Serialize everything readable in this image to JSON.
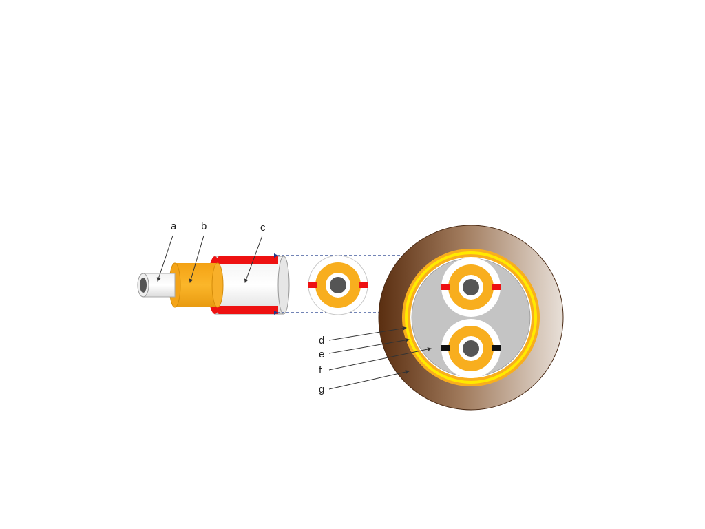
{
  "diagram": {
    "labels": {
      "a": "a",
      "b": "b",
      "c": "c",
      "d": "d",
      "e": "e",
      "f": "f",
      "g": "g"
    },
    "colors": {
      "core": "#555555",
      "insulation_white": "#eeeeee",
      "dielectric_orange": "#f8ae1e",
      "marker_red": "#ee1111",
      "marker_black": "#111111",
      "filler_gray": "#c4c4c4",
      "shield_yellow": "#ffea00",
      "jacket_dark_brown": "#5a2e10",
      "jacket_light": "#e8e0d8",
      "guide_line_navy": "#1e3a8a"
    }
  }
}
